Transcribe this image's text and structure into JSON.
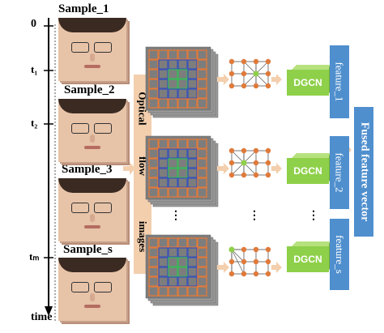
{
  "samples": [
    {
      "label": "Sample_1"
    },
    {
      "label": "Sample_2"
    },
    {
      "label": "Sample_3"
    },
    {
      "label": "Sample_s"
    }
  ],
  "time_axis": {
    "ticks": [
      "0",
      "t₁",
      "t₂",
      "tₘ"
    ],
    "label": "time"
  },
  "optical_flow": {
    "words": [
      "Optical",
      "flow",
      "images"
    ]
  },
  "blocks": [
    "DGCN",
    "DGCN",
    "DGCN"
  ],
  "features": [
    "feature_1",
    "feature_2",
    "feature_s"
  ],
  "fused": "Fused feature vector",
  "ellipsis": "⋮",
  "colors": {
    "feature_box": "#4f8fce",
    "dgcn": "#8fd04a",
    "flow_bar": "#f3cfae",
    "grid_blue": "#3d55b5",
    "grid_orange": "#e07a3a",
    "grid_green": "#3db55a",
    "node_orange": "#e07a3a"
  }
}
